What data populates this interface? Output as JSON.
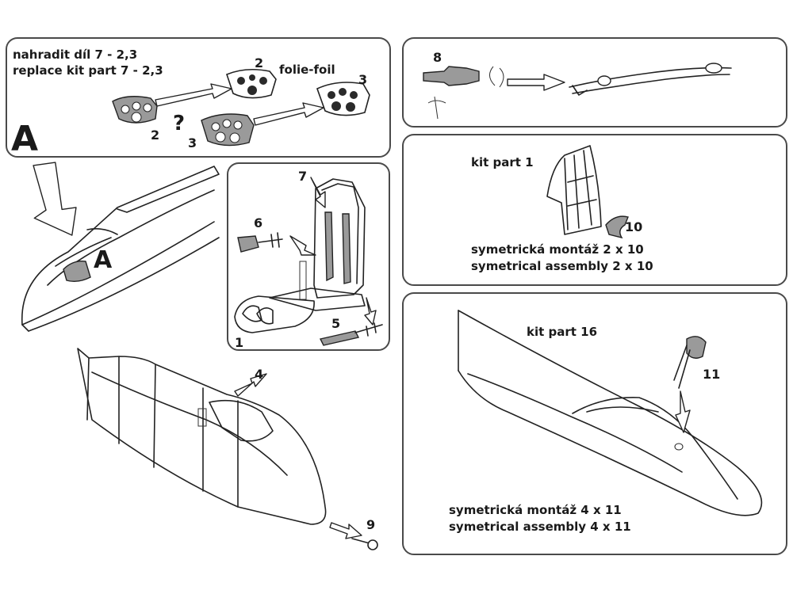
{
  "panel_a": {
    "line1": "nahradit díl 7 - 2,3",
    "line2": "replace kit part 7 - 2,3",
    "foil": "folie-foil",
    "letter": "A",
    "n2a": "2",
    "n2b": "2",
    "n3a": "3",
    "n3b": "3",
    "question": "?"
  },
  "seat_panel": {
    "n7": "7",
    "n6": "6",
    "n5": "5",
    "n1": "1"
  },
  "canopy": {
    "letter": "A",
    "n4": "4",
    "n9": "9"
  },
  "panel_8": {
    "n8": "8"
  },
  "panel_10": {
    "kit_part": "kit part 1",
    "n10": "10",
    "line1": "symetrická montáž 2 x 10",
    "line2": "symetrical assembly 2 x 10"
  },
  "panel_11": {
    "kit_part": "kit part 16",
    "n11": "11",
    "line1": "symetrická montáž 4 x 11",
    "line2": "symetrical assembly 4 x 11"
  }
}
